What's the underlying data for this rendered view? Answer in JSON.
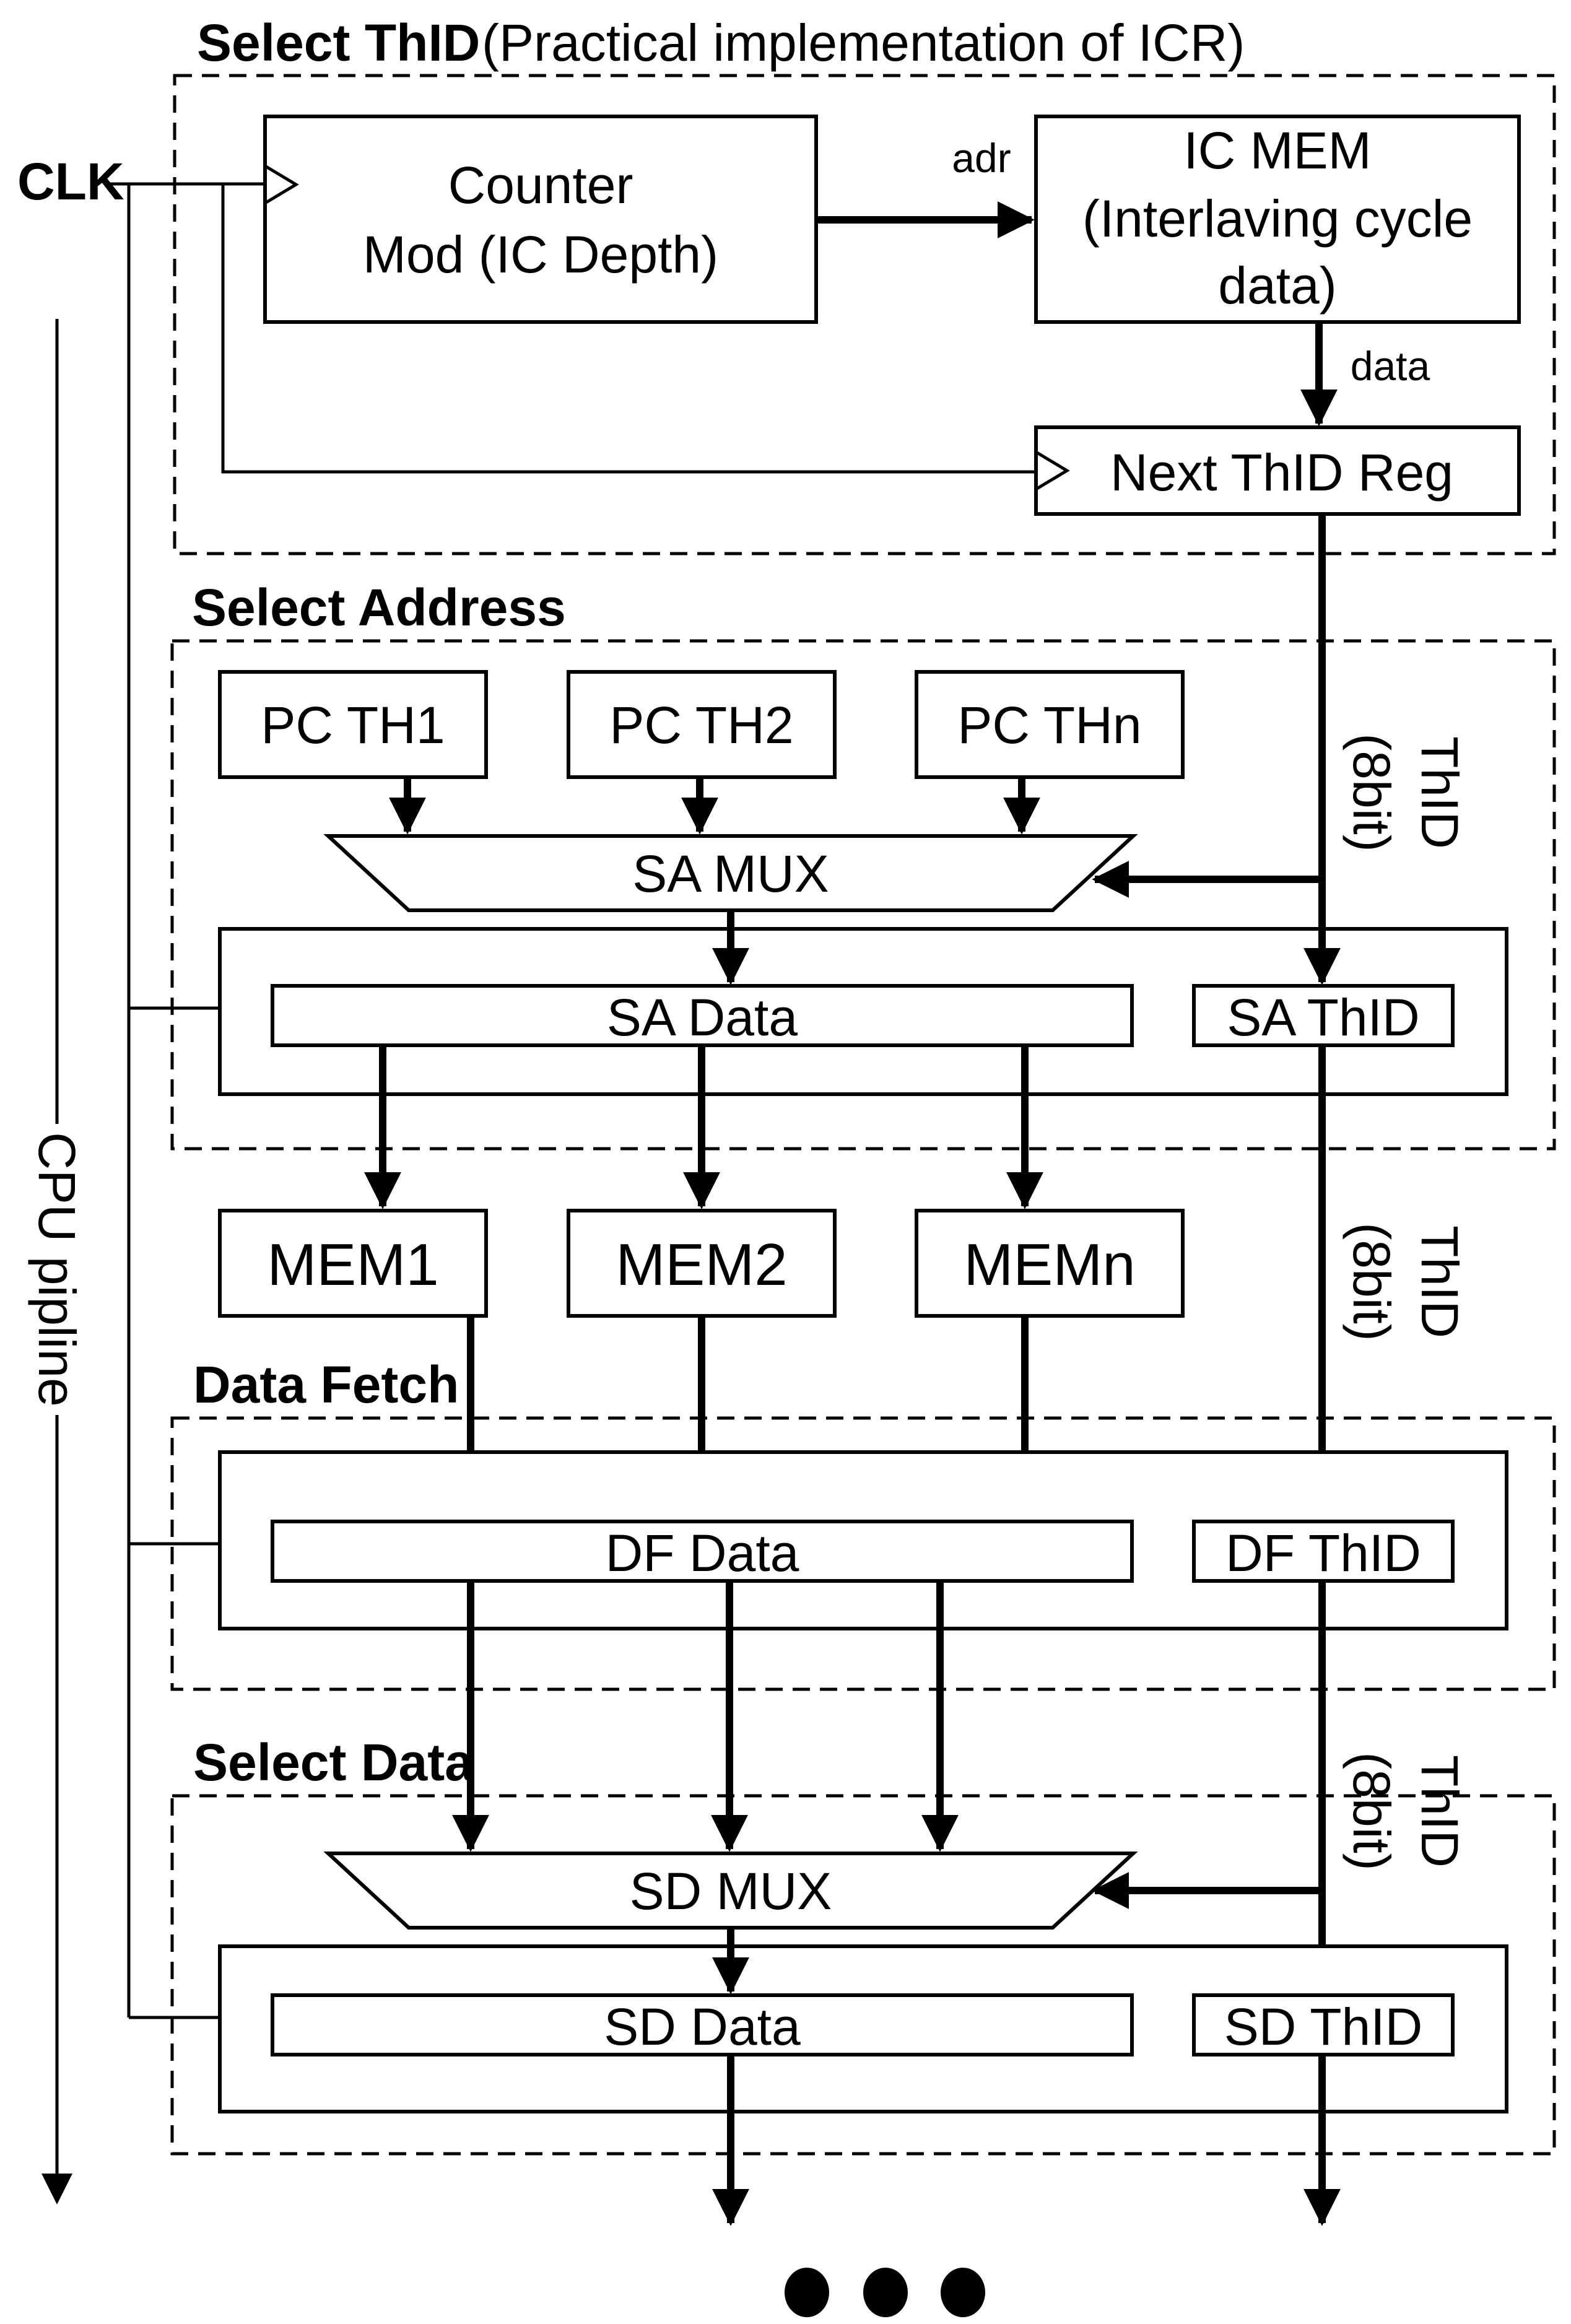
{
  "sections": {
    "select_thid_title": "Select ThID",
    "select_thid_subtitle": "(Practical implementation of ICR)",
    "select_address": "Select Address",
    "data_fetch": "Data Fetch",
    "select_data": "Select Data"
  },
  "signals": {
    "clk": "CLK",
    "adr": "adr",
    "data": "data",
    "pipeline": "CPU pipline",
    "thid_line1": "ThID",
    "thid_line2": "(8bit)"
  },
  "blocks": {
    "counter_line1": "Counter",
    "counter_line2": "Mod (IC Depth)",
    "icmem_line1": "IC  MEM",
    "icmem_line2": "(Interlaving cycle",
    "icmem_line3": "data)",
    "next_thid_reg": "Next ThID Reg",
    "pc_th1": "PC TH1",
    "pc_th2": "PC TH2",
    "pc_thn": "PC THn",
    "sa_mux": "SA MUX",
    "sa_data": "SA Data",
    "sa_thid": "SA ThID",
    "mem1": "MEM1",
    "mem2": "MEM2",
    "memn": "MEMn",
    "df_data": "DF Data",
    "df_thid": "DF ThID",
    "sd_mux": "SD MUX",
    "sd_data": "SD Data",
    "sd_thid": "SD ThID"
  },
  "colors": {
    "select_thid_background": "#d9d9d9",
    "stroke": "#000000"
  }
}
